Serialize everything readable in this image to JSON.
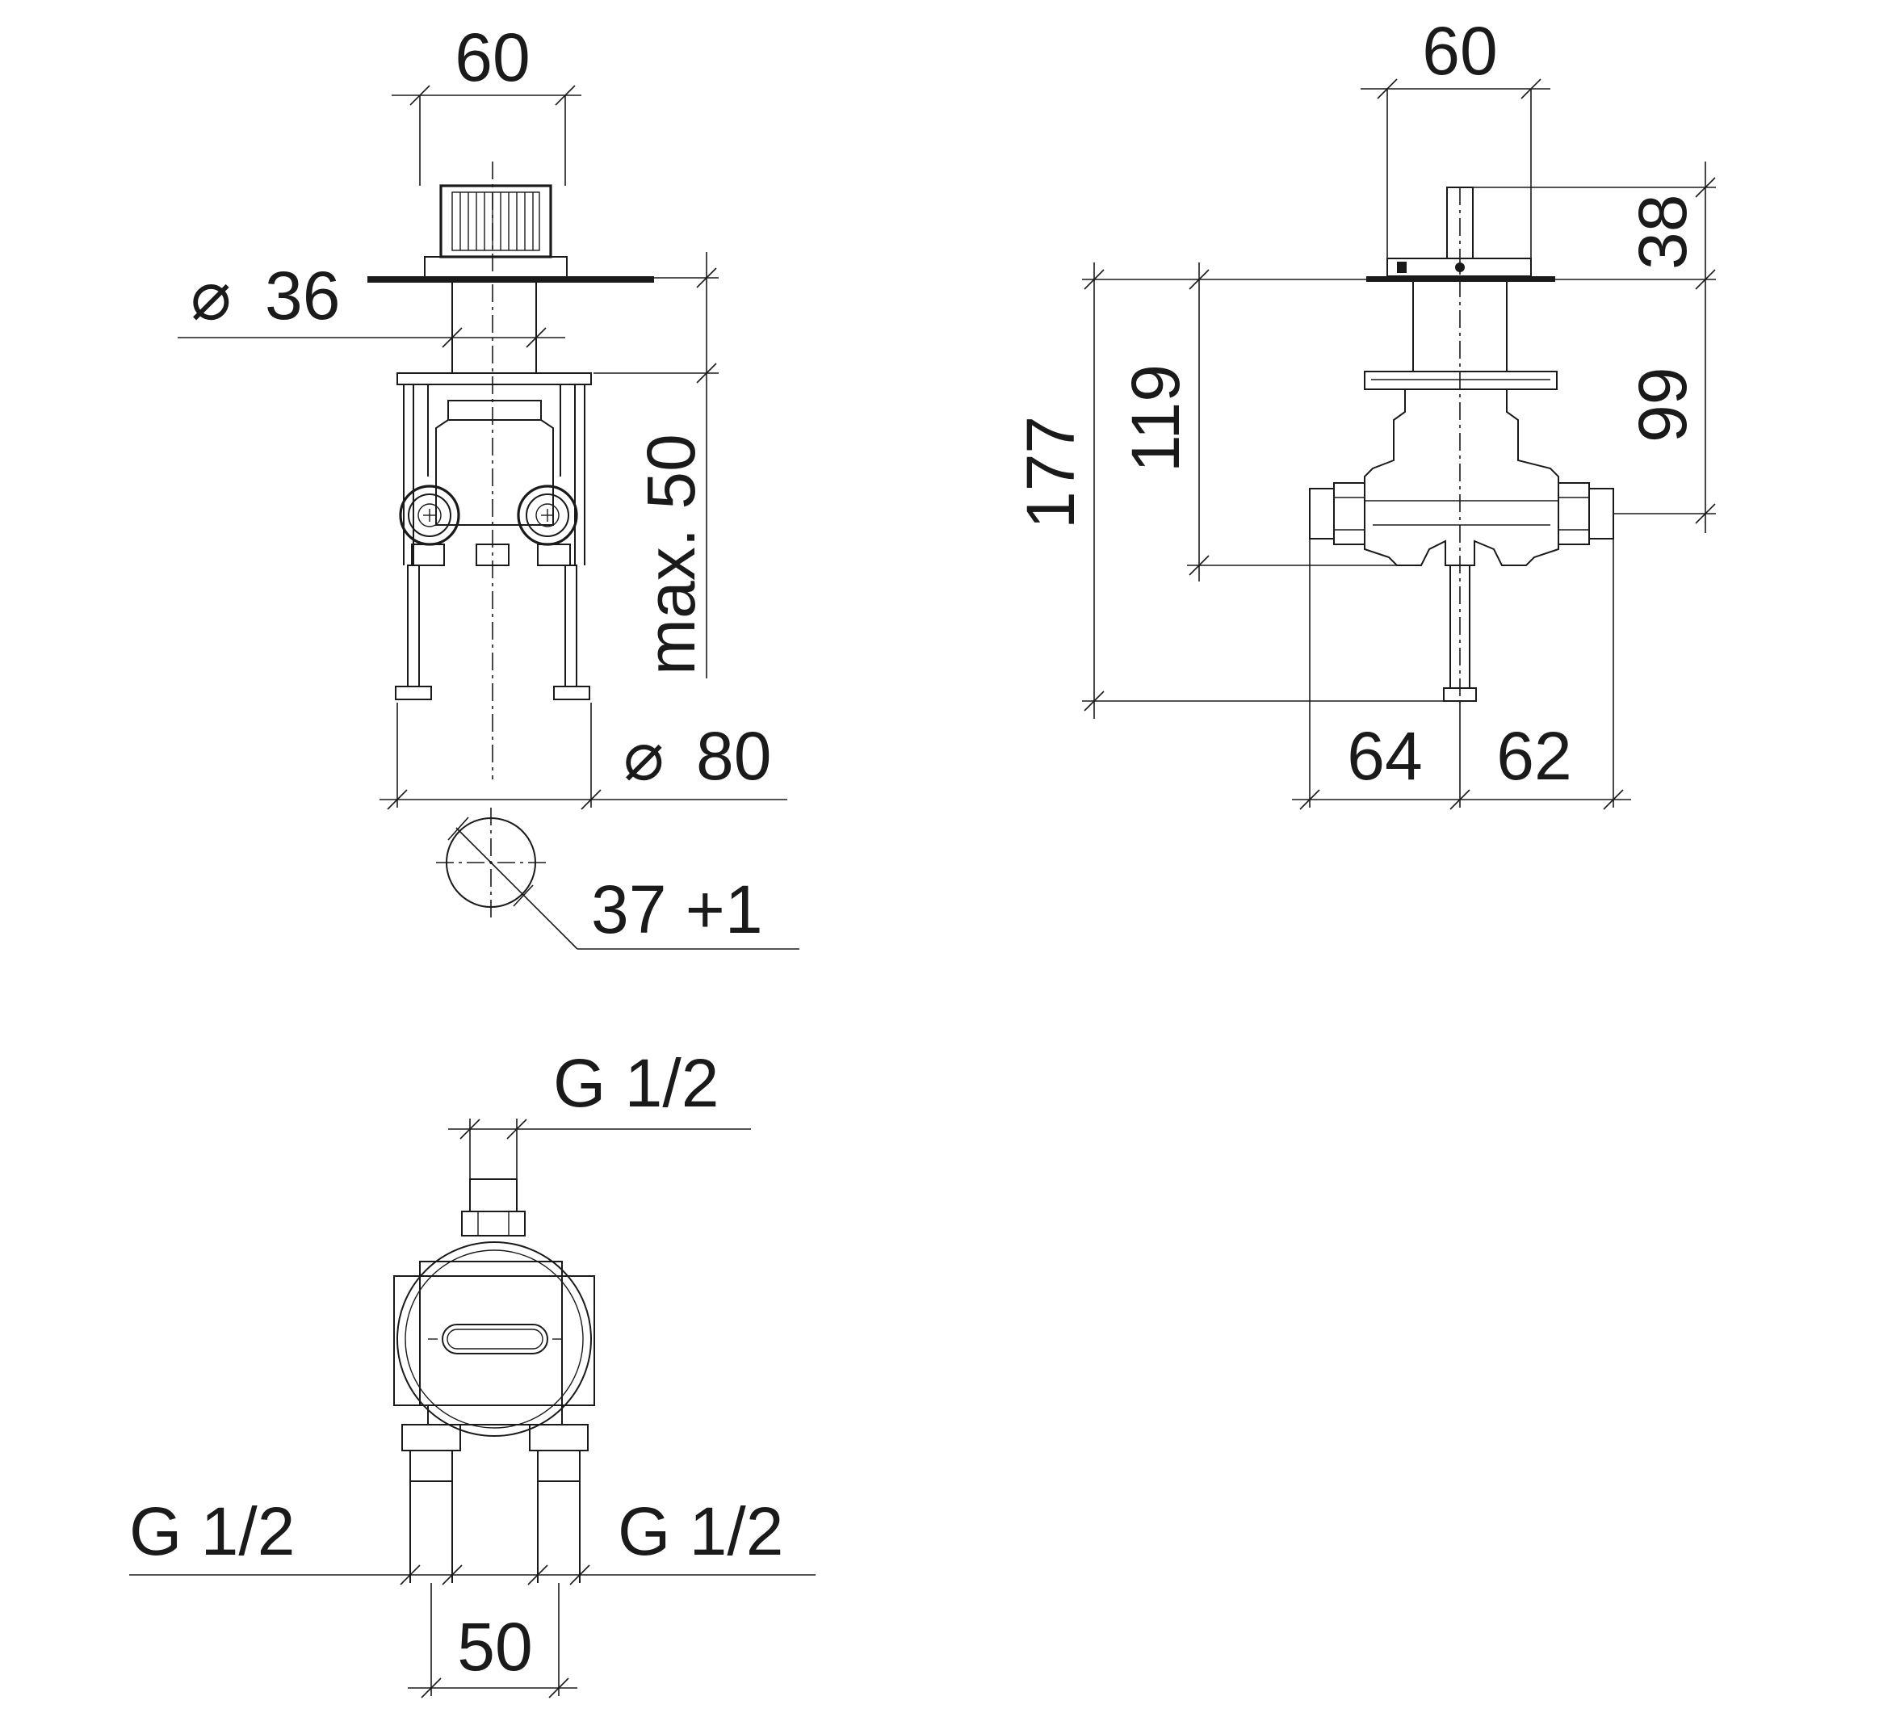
{
  "front_view": {
    "width_top": "60",
    "diameter_rosette_symbol": "⌀",
    "diameter_rosette": "36",
    "depth": "max. 50",
    "diameter_cutout_symbol": "⌀",
    "diameter_cutout": "80",
    "core_drill": "37 +1"
  },
  "side_view": {
    "width_top": "60",
    "height_handle": "38",
    "height_total": "177",
    "height_body": "119",
    "height_connection": "99",
    "width_left": "64",
    "width_right": "62"
  },
  "bottom_view": {
    "thread_top": "G 1/2",
    "thread_left": "G 1/2",
    "thread_right": "G 1/2",
    "spacing": "50"
  }
}
